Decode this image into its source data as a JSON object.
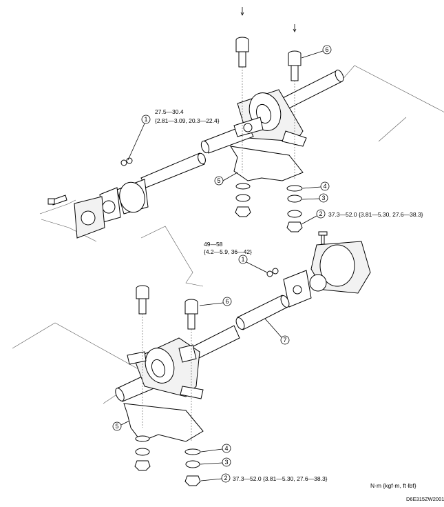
{
  "torque_specs": {
    "t1_upper": [
      "27.5—30.4",
      "{2.81—3.09, 20.3—22.4}"
    ],
    "t2_upper": "37.3—52.0 {3.81—5.30, 27.6—38.3}",
    "t1_lower": [
      "49—58",
      "{4.2—5.9, 36—42}"
    ],
    "t2_lower": "37.3—52.0 {3.81—5.30, 27.6—38.3}"
  },
  "callouts": {
    "c1": "1",
    "c2": "2",
    "c3": "3",
    "c4": "4",
    "c5": "5",
    "c6": "6",
    "c7": "7"
  },
  "units_note": "N·m {kgf·m, ft·lbf}",
  "figure_code": "D6E315ZW2001"
}
